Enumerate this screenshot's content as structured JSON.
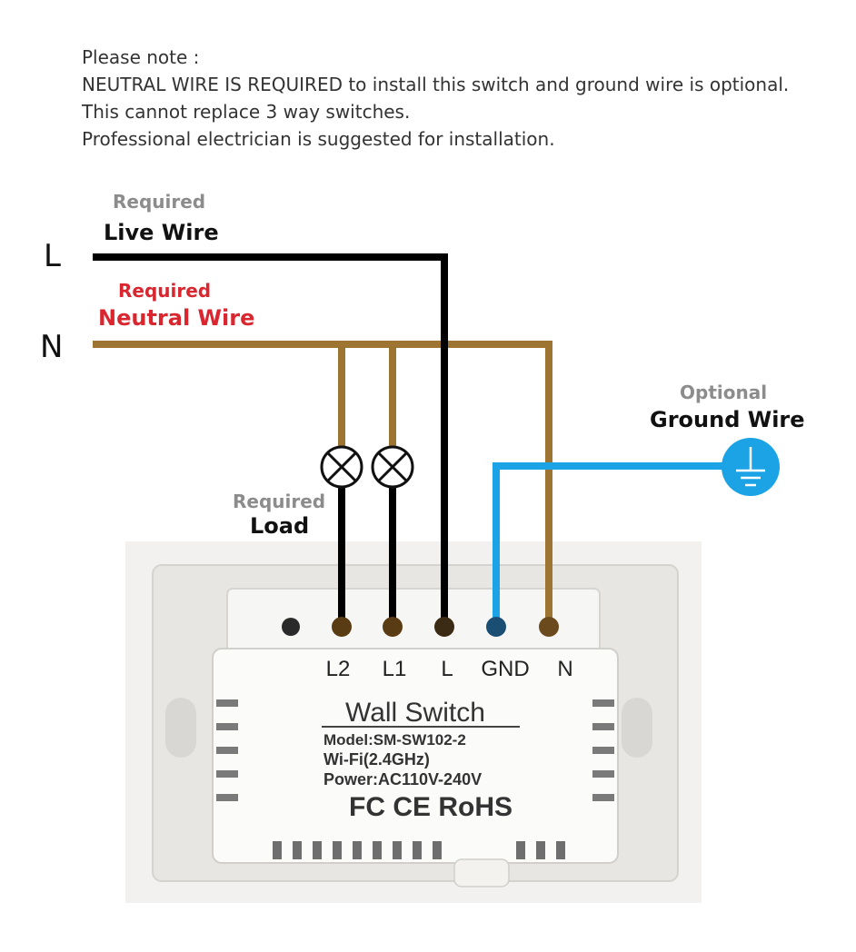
{
  "note": {
    "title": "Please note :",
    "lines": [
      "NEUTRAL WIRE IS REQUIRED to install this switch and ground wire is optional.",
      "This cannot replace 3 way switches.",
      "Professional electrician is suggested for installation."
    ]
  },
  "live": {
    "letter": "L",
    "req": "Required",
    "name": "Live Wire"
  },
  "neutral": {
    "letter": "N",
    "req": "Required",
    "name": "Neutral Wire"
  },
  "ground": {
    "req": "Optional",
    "name": "Ground Wire"
  },
  "load": {
    "req": "Required",
    "name": "Load"
  },
  "terminals": [
    "L2",
    "L1",
    "L",
    "GND",
    "N"
  ],
  "module": {
    "title": "Wall Switch",
    "model": "Model:SM-SW102-2",
    "wifi": "Wi-Fi(2.4GHz)",
    "power": "Power:AC110V-240V",
    "cert": "FC CE RoHS"
  },
  "colors": {
    "live": "#000000",
    "neutral": "#9e7433",
    "ground": "#1ca3e6",
    "neutral_label": "#d9262f"
  }
}
